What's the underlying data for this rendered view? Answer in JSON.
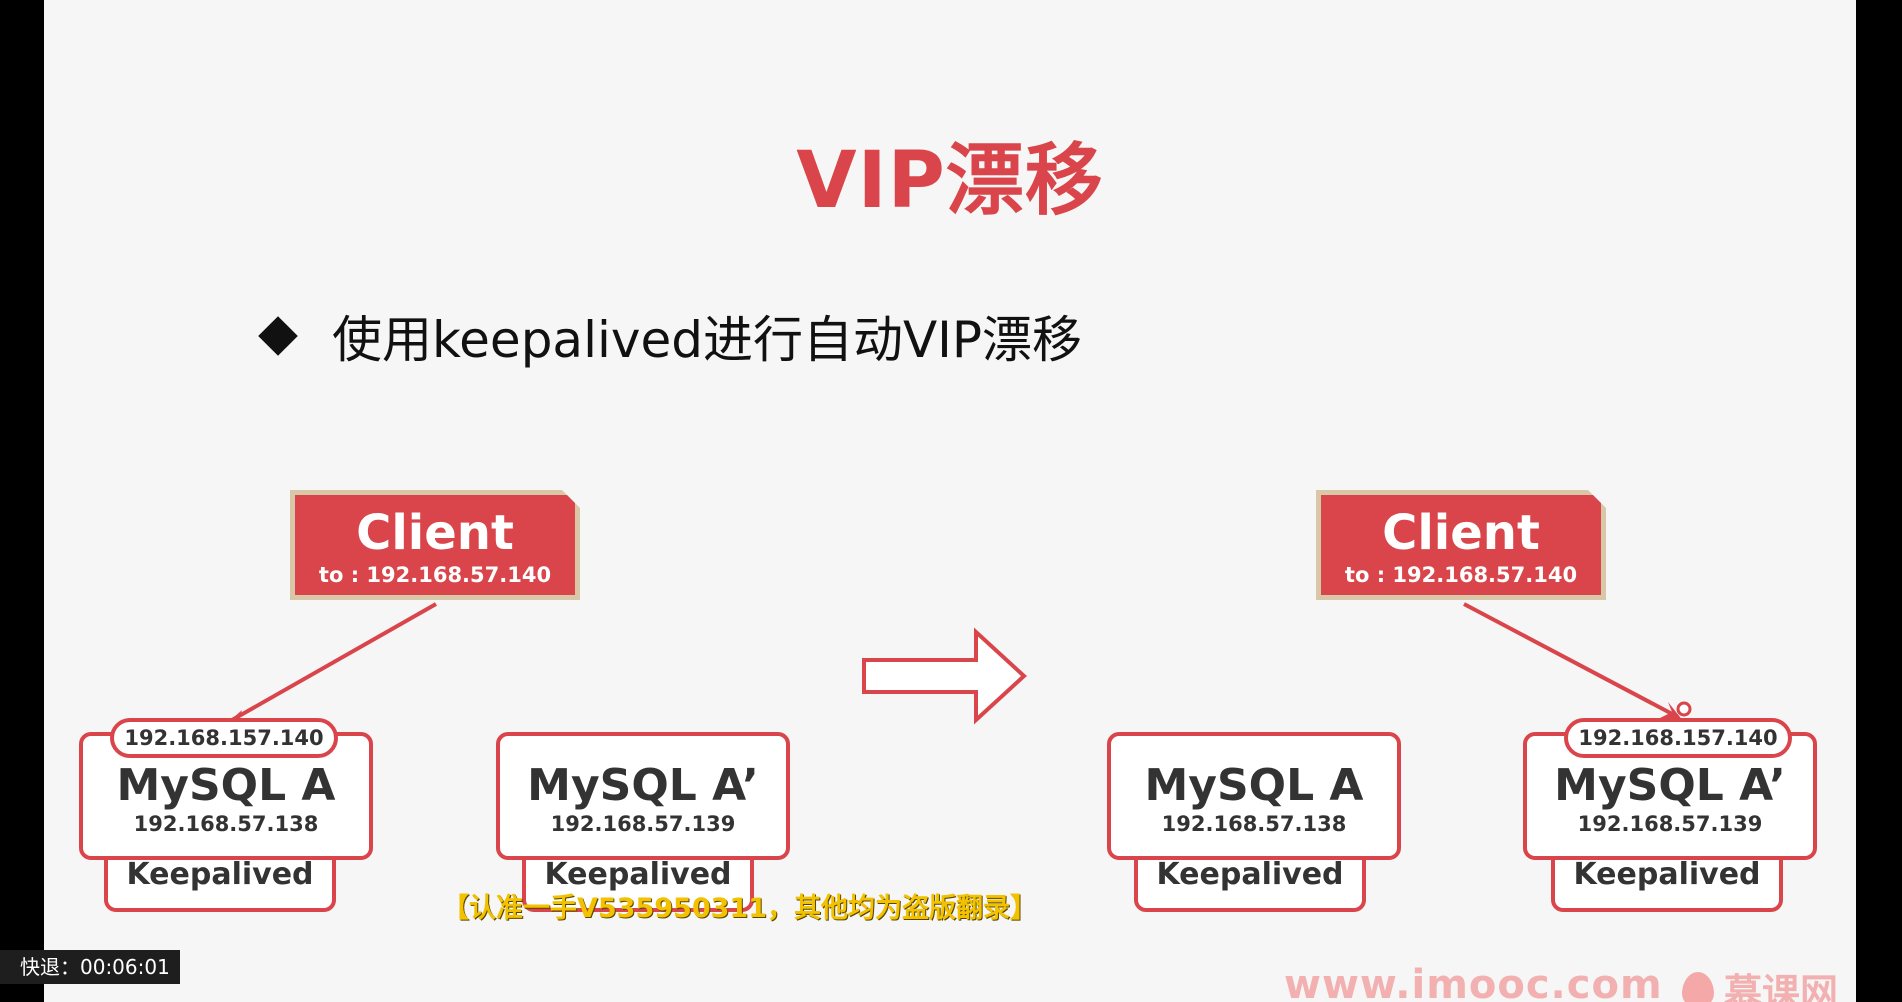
{
  "slide": {
    "title": "VIP漂移",
    "bullet": "使用keepalived进行自动VIP漂移"
  },
  "left": {
    "client": {
      "name": "Client",
      "to": "to : 192.168.57.140"
    },
    "vip": "192.168.157.140",
    "node_a": {
      "name": "MySQL A",
      "ip": "192.168.57.138",
      "keepalived": "Keepalived"
    },
    "node_b": {
      "name": "MySQL A’",
      "ip": "192.168.57.139",
      "keepalived": "Keepalived"
    }
  },
  "right": {
    "client": {
      "name": "Client",
      "to": "to : 192.168.57.140"
    },
    "vip": "192.168.157.140",
    "node_a": {
      "name": "MySQL A",
      "ip": "192.168.57.138",
      "keepalived": "Keepalived"
    },
    "node_b": {
      "name": "MySQL A’",
      "ip": "192.168.57.139",
      "keepalived": "Keepalived"
    }
  },
  "overlay": {
    "watermark": "【认准一手V535950311，其他均为盗版翻录】",
    "site": "www.imooc.com",
    "brand": "慕课网",
    "status": "快退：00:06:01"
  },
  "colors": {
    "accent": "#d9454a",
    "client_border": "#d9c8a8",
    "watermark": "#f2c200"
  }
}
